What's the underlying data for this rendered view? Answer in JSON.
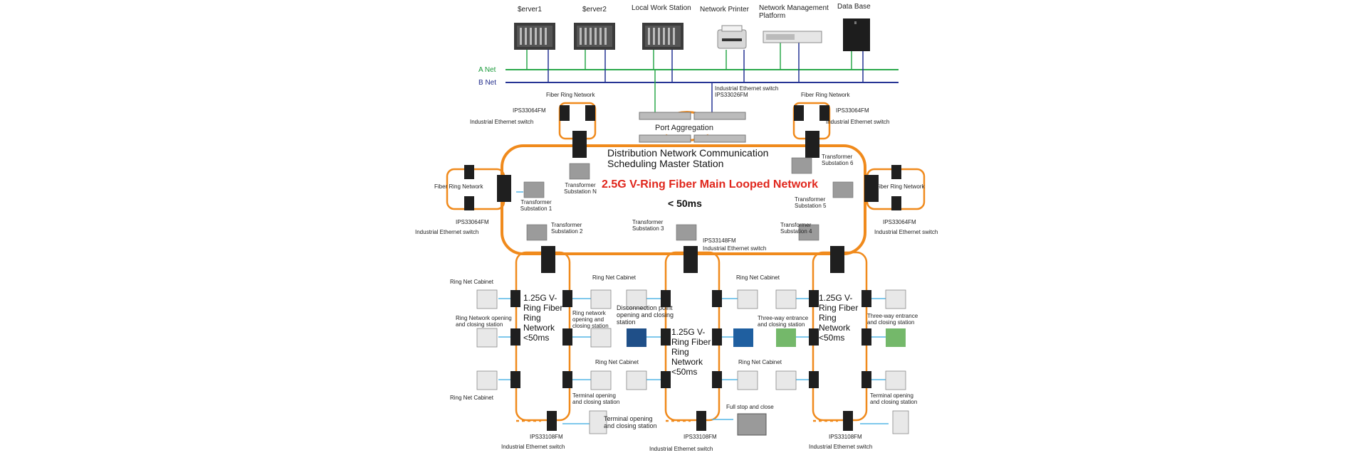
{
  "colors": {
    "a_net": "#2aa84a",
    "b_net": "#263494",
    "ring": "#f08a1c",
    "fiber": "#54b6e6",
    "title_red": "#e0261c"
  },
  "top_devices": [
    {
      "id": "server1",
      "label": "$erver1"
    },
    {
      "id": "server2",
      "label": "$erver2"
    },
    {
      "id": "lws",
      "label": "Local Work Station"
    },
    {
      "id": "printer",
      "label": "Network Printer"
    },
    {
      "id": "nmp",
      "label": "Network Management Platform"
    },
    {
      "id": "db",
      "label": "Data Base"
    }
  ],
  "nets": {
    "a": "A Net",
    "b": "B Net"
  },
  "core": {
    "switch_label": "Industrial Ethernet switch IPS33026FM",
    "port_aggregation": "Port Aggregation",
    "station": "Distribution Network Communication Scheduling Master Station",
    "ring_title": "2.5G V-Ring Fiber Main Looped Network",
    "ring_latency": "< 50ms",
    "mid_switch": "IPS33148FM",
    "mid_switch_type": "Industrial Ethernet switch"
  },
  "fiber_ring_network": "Fiber Ring Network",
  "ips33064": "IPS33064FM",
  "ies": "Industrial Ethernet switch",
  "substations": {
    "n": "Transformer Substation N",
    "s1": "Transformer Substation 1",
    "s2": "Transformer Substation 2",
    "s3": "Transformer Substation 3",
    "s4": "Transformer Substation 4",
    "s5": "Transformer Substation 5",
    "s6": "Transformer Substation 6"
  },
  "sub_rings": {
    "r1_label": "1.25G V-Ring Fiber Ring Network <50ms",
    "r2_label": "1.25G V-Ring Fiber Ring Network <50ms",
    "r3_label": "1.25G V-Ring Fiber Ring Network <50ms"
  },
  "cabinet": "Ring Net Cabinet",
  "ring_network_opening": "Ring Network opening and closing station",
  "ring_network_opening2": "Ring network opening and closing station",
  "disconnection": "Disconnection point opening and closing station",
  "terminal_small": "Terminal opening and closing station",
  "terminal_big": "Terminal opening and closing station",
  "three_way": "Three-way entrance and closing station",
  "full_stop": "Full stop and close",
  "ips33108": "IPS33108FM"
}
